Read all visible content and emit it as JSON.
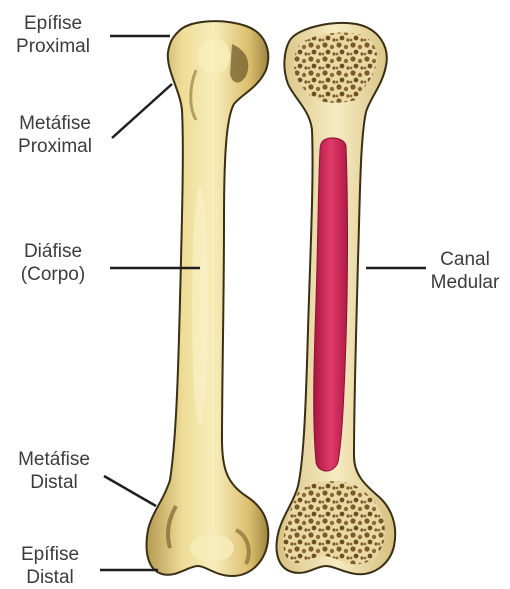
{
  "labels": {
    "epifise_proximal": {
      "line1": "Epífise",
      "line2": "Proximal"
    },
    "metafise_proximal": {
      "line1": "Metáfise",
      "line2": "Proximal"
    },
    "diafise": {
      "line1": "Diáfise",
      "line2": "(Corpo)"
    },
    "canal_medular": {
      "line1": "Canal",
      "line2": "Medular"
    },
    "metafise_distal": {
      "line1": "Metáfise",
      "line2": "Distal"
    },
    "epifise_distal": {
      "line1": "Epífise",
      "line2": "Distal"
    }
  },
  "colors": {
    "bone_fill": "#e6cf84",
    "bone_highlight": "#f8eebc",
    "bone_shadow": "#9c8440",
    "spongy_bone": "#7a5a2c",
    "marrow": "#cf2a58",
    "cortex_cut": "#efe0a8",
    "leader_line": "#1e1e1e",
    "label_text": "#3c3c3c"
  }
}
